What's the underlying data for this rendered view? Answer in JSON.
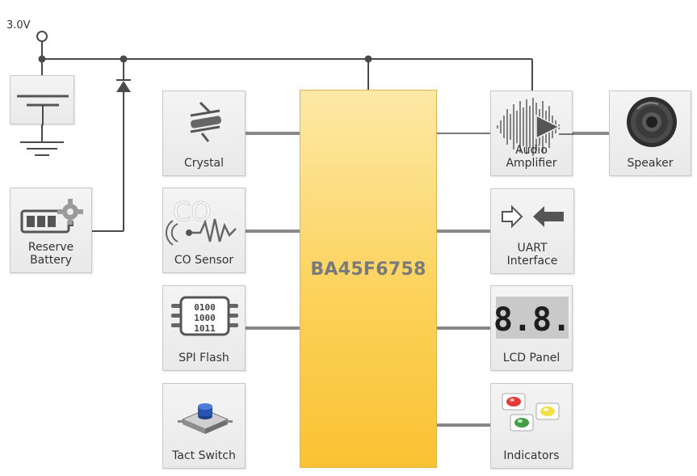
{
  "supply": {
    "voltage_label": "3.0V"
  },
  "mcu": {
    "name": "BA45F6758"
  },
  "blocks": {
    "crystal": "Crystal",
    "co_sensor": "CO Sensor",
    "spi_flash": "SPI Flash",
    "tact_switch": "Tact Switch",
    "audio_amplifier": "Audio\nAmplifier",
    "speaker": "Speaker",
    "uart_interface": "UART\nInterface",
    "lcd_panel": "LCD Panel",
    "indicators": "Indicators",
    "reserve_battery": "Reserve\nBattery"
  },
  "icon_text": {
    "co": "CO",
    "flash_bits": [
      "0100",
      "1000",
      "1011"
    ],
    "lcd_digits": "8.8."
  },
  "colors": {
    "wire": "#4a4a4a",
    "bus": "#888888",
    "mcu_fill": "#fcd25a",
    "block_fill": "#efefef",
    "led_red": "#e53935",
    "led_yellow": "#f4e04a",
    "led_green": "#43a047"
  }
}
